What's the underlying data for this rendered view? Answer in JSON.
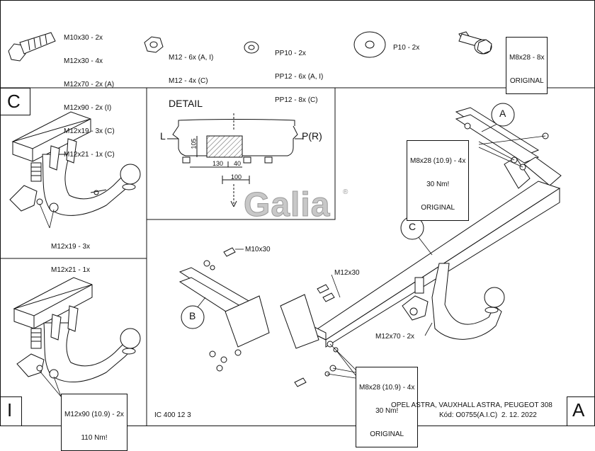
{
  "hardware": {
    "bolt_sizes": [
      "M10x30 - 2x",
      "M12x30 - 4x",
      "M12x70 - 2x (A)",
      "M12x90 - 2x (I)",
      "M12x19 - 3x (C)",
      "M12x21 - 1x (C)"
    ],
    "nut_sizes": [
      "M12 - 6x (A, I)",
      "M12 - 4x (C)"
    ],
    "washer_sizes": [
      "PP10 - 2x",
      "PP12 - 6x (A, I)",
      "PP12 - 8x (C)"
    ],
    "plate_washer": "P10 - 2x",
    "flange_bolt_box": [
      "M8x28 - 8x",
      "ORIGINAL"
    ]
  },
  "panels": {
    "c_letter": "C",
    "c_labels": [
      "M12x19 - 3x",
      "M12x21 - 1x"
    ],
    "i_letter": "I",
    "i_box": [
      "M12x90 (10.9) - 2x",
      "110 Nm!"
    ]
  },
  "detail": {
    "title": "DETAIL",
    "left_label": "L",
    "right_label": "P(R)",
    "dim_105": "105",
    "dim_130": "130",
    "dim_40": "40",
    "dim_100": "100"
  },
  "logo": {
    "text": "Galia",
    "reg": "®"
  },
  "main": {
    "callout_a": "A",
    "callout_b": "B",
    "callout_c": "C",
    "box_top": [
      "M8x28 (10.9) - 4x",
      "30 Nm!",
      "ORIGINAL"
    ],
    "box_bottom": [
      "M8x28 (10.9) - 4x",
      "30 Nm!",
      "ORIGINAL"
    ],
    "label_m10x30": "M10x30",
    "label_m12x30": "M12x30",
    "label_m12x70": "M12x70 - 2x"
  },
  "footer": {
    "doc_number": "IC 400 12 3",
    "vehicles": "OPEL ASTRA, VAUXHALL ASTRA, PEUGEOT 308",
    "code_line": "Kód: O0755(A.I.C)  2. 12. 2022",
    "panel_letter": "A"
  }
}
